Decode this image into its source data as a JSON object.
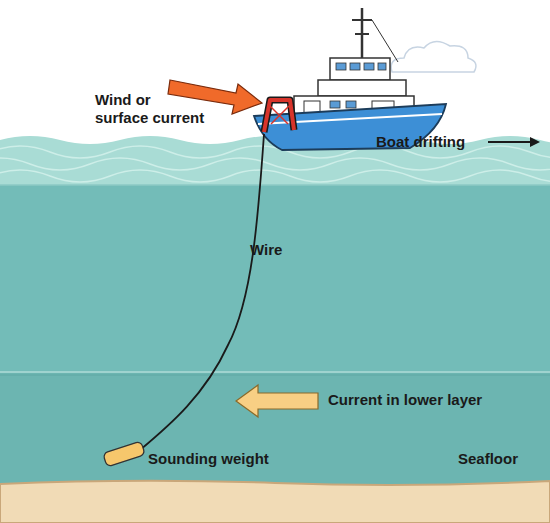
{
  "diagram": {
    "labels": [
      "Wind or surface current",
      "Boat drifting",
      "Wire",
      "Current in lower layer",
      "Sounding weight",
      "Seafloor"
    ]
  }
}
